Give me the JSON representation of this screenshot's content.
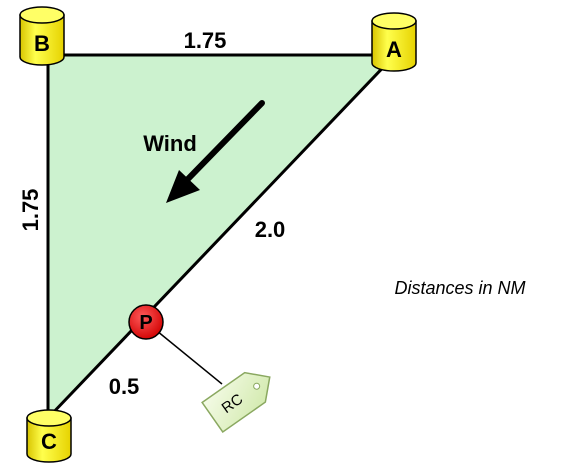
{
  "diagram": {
    "marks": {
      "a": "A",
      "b": "B",
      "c": "C"
    },
    "edges": {
      "ba": "1.75",
      "bc": "1.75",
      "ac": "2.0",
      "pc": "0.5"
    },
    "wind_label": "Wind",
    "p_label": "P",
    "rc_label": "RC",
    "note": "Distances in NM",
    "colors": {
      "course_area": "#ccf2cf",
      "mark_fill": "#ffff33",
      "p_fill": "#ee1111",
      "rc_flag": "#e4f4c4",
      "line": "#000000"
    },
    "icons": {
      "mark": "cylinder-buoy-icon",
      "wind": "arrow-down-left-icon",
      "committee_boat": "flag-tag-icon"
    }
  }
}
